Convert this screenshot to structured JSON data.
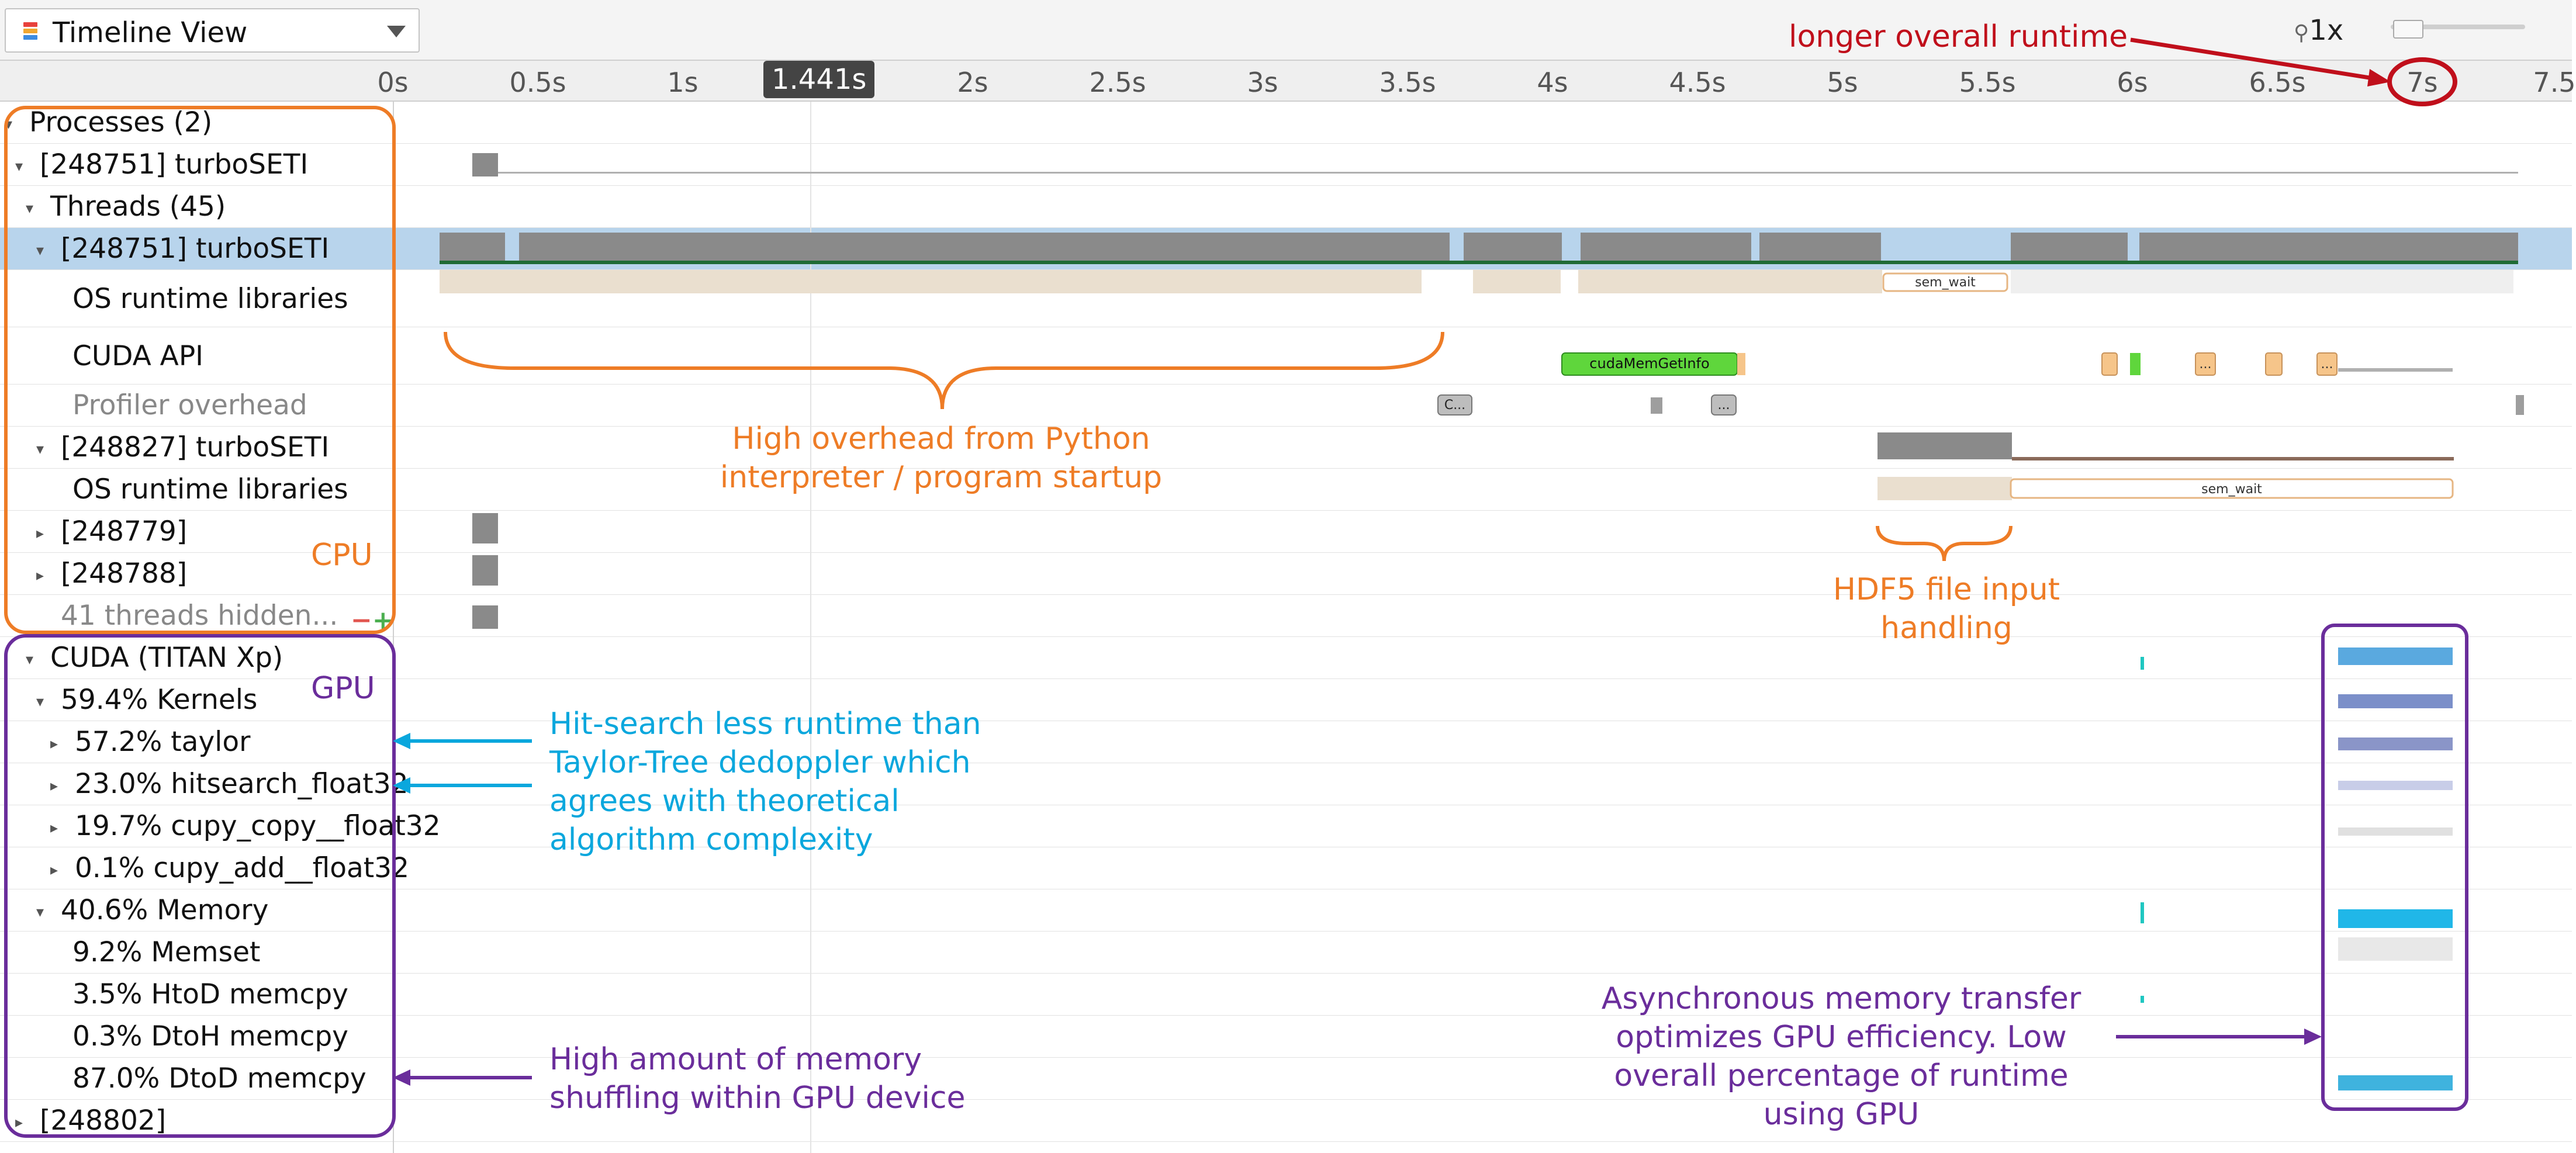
{
  "toolbar": {
    "view_label": "Timeline View",
    "zoom_label": "1x",
    "zoom_icon": "magnifier-icon"
  },
  "ruler": {
    "ticks": [
      "0s",
      "0.5s",
      "1s",
      "2s",
      "2.5s",
      "3s",
      "3.5s",
      "4s",
      "4.5s",
      "5s",
      "5.5s",
      "6s",
      "6.5s",
      "7s",
      "7.5"
    ],
    "cursor_time": "1.441s"
  },
  "rows": {
    "processes": "Processes (2)",
    "proc_248751": "[248751] turboSETI",
    "threads": "Threads (45)",
    "thread_248751": "[248751] turboSETI",
    "os_runtime_1": "OS runtime libraries",
    "cuda_api": "CUDA API",
    "profiler_overhead": "Profiler overhead",
    "thread_248827": "[248827] turboSETI",
    "os_runtime_2": "OS runtime libraries",
    "thread_248779": "[248779]",
    "thread_248788": "[248788]",
    "threads_hidden": "41 threads hidden...",
    "cuda_device": "CUDA (TITAN Xp)",
    "kernels": "59.4% Kernels",
    "k_taylor": "57.2% taylor",
    "k_hitsearch": "23.0% hitsearch_float32",
    "k_cupy_copy": "19.7% cupy_copy__float32",
    "k_cupy_add": "0.1% cupy_add__float32",
    "memory": "40.6% Memory",
    "memset": "9.2% Memset",
    "htod": "3.5% HtoD memcpy",
    "dtoh": "0.3% DtoH memcpy",
    "dtod": "87.0% DtoD memcpy",
    "proc_248802": "[248802]"
  },
  "events": {
    "sem_wait_1": "sem_wait",
    "sem_wait_2": "sem_wait",
    "cuda_mem_get_info": "cudaMemGetInfo",
    "overhead_c": "C...",
    "overhead_dots": "...",
    "api_dots_1": "...",
    "api_dots_2": "..."
  },
  "annotations": {
    "cpu_tag": "CPU",
    "gpu_tag": "GPU",
    "startup_overhead": "High overhead from Python interpreter / program startup",
    "hdf5": "HDF5 file input handling",
    "hitsearch": "Hit-search less runtime than Taylor-Tree dedoppler which agrees with theoretical algorithm complexity",
    "memory_shuffle": "High amount of memory shuffling within GPU device",
    "async": "Asynchronous memory transfer optimizes GPU efficiency. Low overall percentage of runtime using GPU",
    "runtime": "longer overall runtime"
  },
  "colors": {
    "cpu_annotation": "#ee7c26",
    "gpu_annotation": "#6a2d9b",
    "kernel_arrow": "#0aa7dd",
    "runtime_annotation": "#c00f1b",
    "cuda_api_green": "#5fd63c",
    "selection_row": "#b8d4ec",
    "thread_activity": "#8a8a8a",
    "gpu_kernel_cyan": "#20b7e8"
  }
}
